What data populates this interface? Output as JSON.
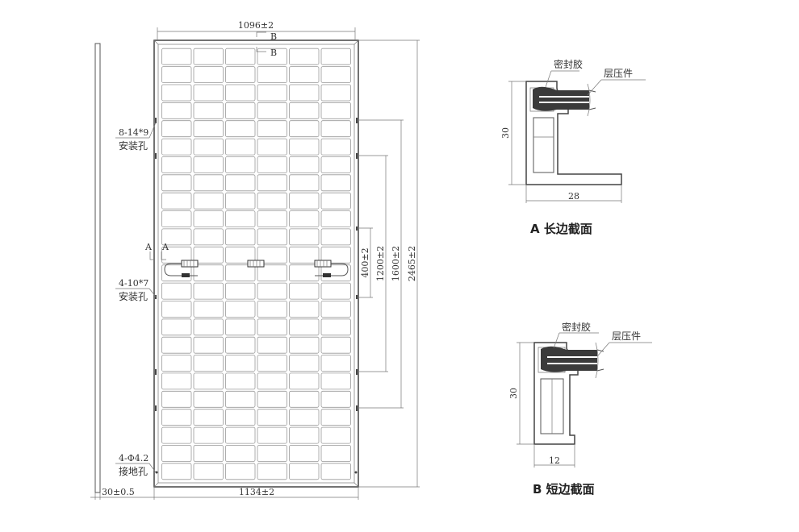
{
  "front_view": {
    "grid_rows": 24,
    "grid_cols": 6,
    "dim_top_width": "1096±2",
    "dim_bottom_width": "1134±2",
    "dim_thickness": "30±0.5",
    "dim_400": "400±2",
    "dim_1200": "1200±2",
    "dim_1600": "1600±2",
    "dim_2465": "2465±2",
    "section_b_label": "B",
    "section_a_label": "A",
    "mount_hole_1_spec": "8-14*9",
    "mount_hole_1_text": "安装孔",
    "mount_hole_2_spec": "4-10*7",
    "mount_hole_2_text": "安装孔",
    "ground_hole_spec": "4-Φ4.2",
    "ground_hole_text": "接地孔"
  },
  "section_a": {
    "sealant_label": "密封胶",
    "laminate_label": "层压件",
    "height_dim": "30",
    "width_dim": "28",
    "caption": "A 长边截面"
  },
  "section_b": {
    "sealant_label": "密封胶",
    "laminate_label": "层压件",
    "height_dim": "30",
    "width_dim": "12",
    "caption": "B 短边截面"
  },
  "colors": {
    "line": "#555555",
    "text": "#333333",
    "sealant_fill": "#3a3a3a"
  }
}
